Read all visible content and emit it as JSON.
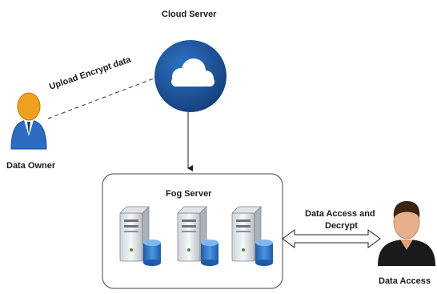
{
  "cloud": {
    "label": "Cloud Server",
    "icon": "cloud-icon"
  },
  "fog": {
    "label": "Fog Server",
    "server_icons": [
      "server-icon",
      "server-icon",
      "server-icon"
    ]
  },
  "owner": {
    "label": "Data Owner",
    "icon": "user-icon"
  },
  "accessor": {
    "label": "Data Access",
    "icon": "user-icon"
  },
  "links": {
    "upload": "Upload Encrypt data",
    "access_line1": "Data Access and",
    "access_line2": "Decrypt"
  },
  "colors": {
    "cloud_circle": "#1f5aa6",
    "owner_head": "#f0a020",
    "owner_body": "#2e6cc4",
    "accessor_head": "#e8b08a",
    "accessor_body": "#1a1a1a",
    "server_body": "#e9ecef",
    "db_cylinder": "#3a7fd0"
  }
}
